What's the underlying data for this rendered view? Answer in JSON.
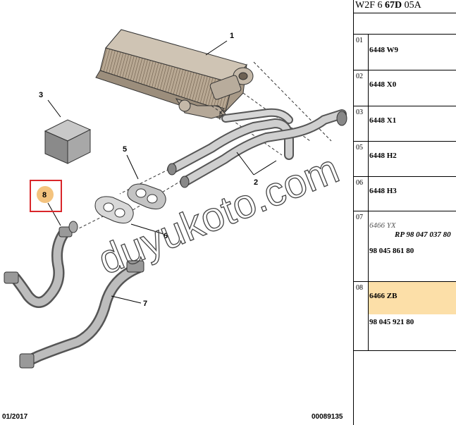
{
  "header": {
    "prefix": "W2F 6 ",
    "bold": "67D",
    "suffix": " 05A"
  },
  "footer": {
    "left": "01/2017",
    "right": "00089135"
  },
  "watermark": "duyukoto.com",
  "callouts": {
    "c1": "1",
    "c2": "2",
    "c3": "3",
    "c5": "5",
    "c6": "6",
    "c7": "7",
    "c8": "8"
  },
  "colors": {
    "highlight": "#fcdfa8",
    "callout_box": "#d9262a",
    "callout_fill": "#f4c37e"
  },
  "parts": [
    {
      "num": "01",
      "code": "6448 W9"
    },
    {
      "num": "02",
      "code": "6448 X0"
    },
    {
      "num": "03",
      "code": "6448 X1"
    },
    {
      "num": "05",
      "code": "6448 H2"
    },
    {
      "num": "06",
      "code": "6448 H3"
    },
    {
      "num": "07",
      "code": "6466 YX",
      "rp": "RP 98 047 037 80",
      "ref": "98 045 861 80"
    },
    {
      "num": "08",
      "code": "6466 ZB",
      "ref": "98 045 921 80"
    }
  ]
}
